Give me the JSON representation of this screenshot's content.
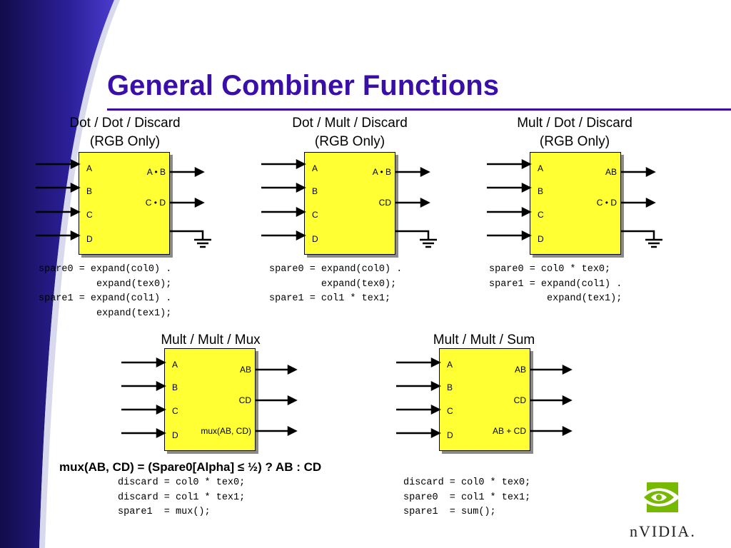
{
  "title": "General Combiner Functions",
  "colors": {
    "title": "#3a0fa8",
    "block_fill": "#ffff33",
    "swoosh_dark": "#1a1260",
    "swoosh_mid": "#3426a6",
    "logo_green": "#76b900"
  },
  "panels": [
    {
      "heading1": "Dot / Dot / Discard",
      "heading2": "(RGB Only)",
      "inputs": [
        "A",
        "B",
        "C",
        "D"
      ],
      "out1": "A • B",
      "out2": "C • D",
      "out3": "",
      "ground": true,
      "code": "spare0 = expand(col0) .\n          expand(tex0);\nspare1 = expand(col1) .\n          expand(tex1);"
    },
    {
      "heading1": "Dot / Mult / Discard",
      "heading2": "(RGB Only)",
      "inputs": [
        "A",
        "B",
        "C",
        "D"
      ],
      "out1": "A • B",
      "out2": "CD",
      "out3": "",
      "ground": true,
      "code": "spare0 = expand(col0) .\n         expand(tex0);\nspare1 = col1 * tex1;"
    },
    {
      "heading1": "Mult / Dot / Discard",
      "heading2": "(RGB Only)",
      "inputs": [
        "A",
        "B",
        "C",
        "D"
      ],
      "out1": "AB",
      "out2": "C • D",
      "out3": "",
      "ground": true,
      "code": "spare0 = col0 * tex0;\nspare1 = expand(col1) .\n          expand(tex1);"
    },
    {
      "heading1": "Mult / Mult / Mux",
      "heading2": "",
      "inputs": [
        "A",
        "B",
        "C",
        "D"
      ],
      "out1": "AB",
      "out2": "CD",
      "out3": "mux(AB, CD)",
      "ground": false,
      "code": "discard = col0 * tex0;\ndiscard = col1 * tex1;\nspare1  = mux();"
    },
    {
      "heading1": "Mult / Mult / Sum",
      "heading2": "",
      "inputs": [
        "A",
        "B",
        "C",
        "D"
      ],
      "out1": "AB",
      "out2": "CD",
      "out3": "AB + CD",
      "ground": false,
      "code": "discard = col0 * tex0;\nspare0  = col1 * tex1;\nspare1  = sum();"
    }
  ],
  "mux_formula": "mux(AB, CD) = (Spare0[Alpha] ≤ ½) ? AB : CD",
  "logo": {
    "icon": "nvidia-eye-logo",
    "wordmark": "nVIDIA."
  }
}
